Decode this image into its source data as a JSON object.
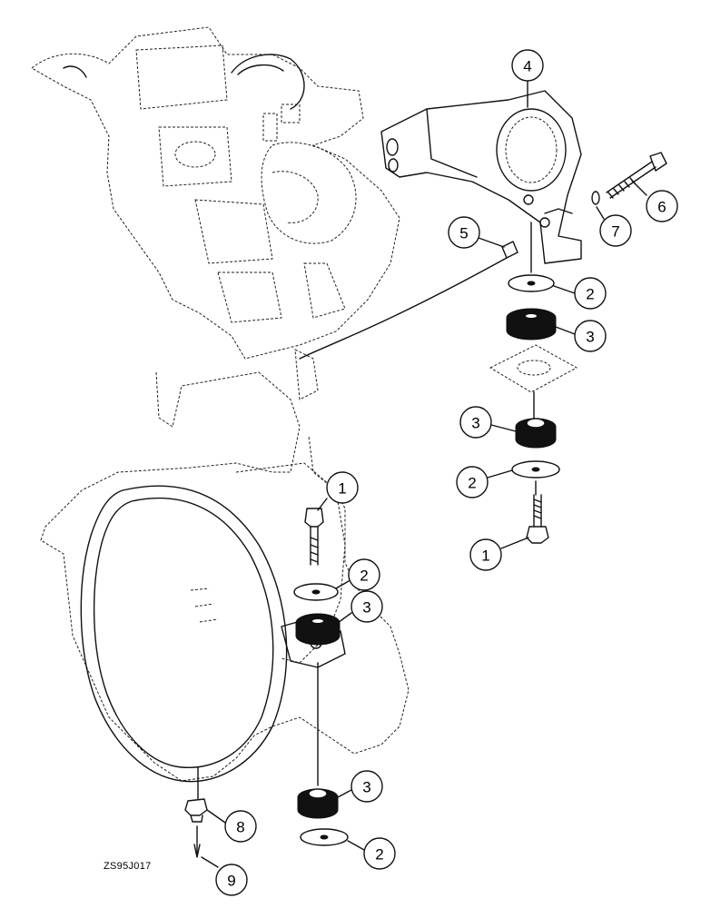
{
  "figure_code": "ZS95J017",
  "callouts": [
    {
      "id": "c4",
      "label": "4"
    },
    {
      "id": "c6",
      "label": "6"
    },
    {
      "id": "c7",
      "label": "7"
    },
    {
      "id": "c5",
      "label": "5"
    },
    {
      "id": "c2a",
      "label": "2"
    },
    {
      "id": "c3a",
      "label": "3"
    },
    {
      "id": "c3b",
      "label": "3"
    },
    {
      "id": "c2b",
      "label": "2"
    },
    {
      "id": "c1a",
      "label": "1"
    },
    {
      "id": "c1b",
      "label": "1"
    },
    {
      "id": "c2c",
      "label": "2"
    },
    {
      "id": "c3c",
      "label": "3"
    },
    {
      "id": "c3d",
      "label": "3"
    },
    {
      "id": "c8",
      "label": "8"
    },
    {
      "id": "c2d",
      "label": "2"
    },
    {
      "id": "c9",
      "label": "9"
    }
  ]
}
